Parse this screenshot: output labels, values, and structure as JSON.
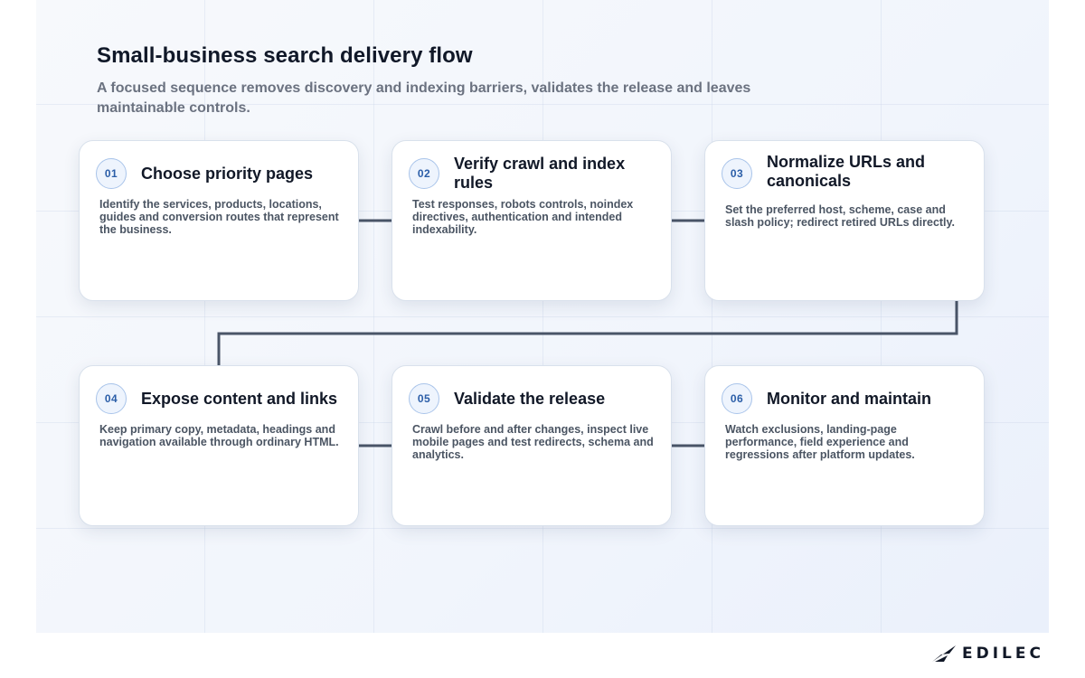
{
  "header": {
    "title": "Small-business search delivery flow",
    "subtitle": "A focused sequence removes discovery and indexing barriers, validates the release and leaves maintainable controls."
  },
  "steps": [
    {
      "number": "01",
      "title": "Choose priority pages",
      "description": "Identify the services, products, locations, guides and conversion routes that represent the business."
    },
    {
      "number": "02",
      "title": "Verify crawl and index rules",
      "description": "Test responses, robots controls, noindex directives, authentication and intended indexability."
    },
    {
      "number": "03",
      "title": "Normalize URLs and canonicals",
      "description": "Set the preferred host, scheme, case and slash policy; redirect retired URLs directly."
    },
    {
      "number": "04",
      "title": "Expose content and links",
      "description": "Keep primary copy, metadata, headings and navigation available through ordinary HTML."
    },
    {
      "number": "05",
      "title": "Validate the release",
      "description": "Crawl before and after changes, inspect live mobile pages and test redirects, schema and analytics."
    },
    {
      "number": "06",
      "title": "Monitor and maintain",
      "description": "Watch exclusions, landing-page performance, field experience and regressions after platform updates."
    }
  ],
  "brand": {
    "name": "EDILEC",
    "icon": "edilec-logo-icon"
  },
  "colors": {
    "connector": "#4a5568",
    "badge_text": "#2b5ea8",
    "badge_border": "#a9c4ea",
    "title": "#101828",
    "subtitle": "#6b7280"
  }
}
